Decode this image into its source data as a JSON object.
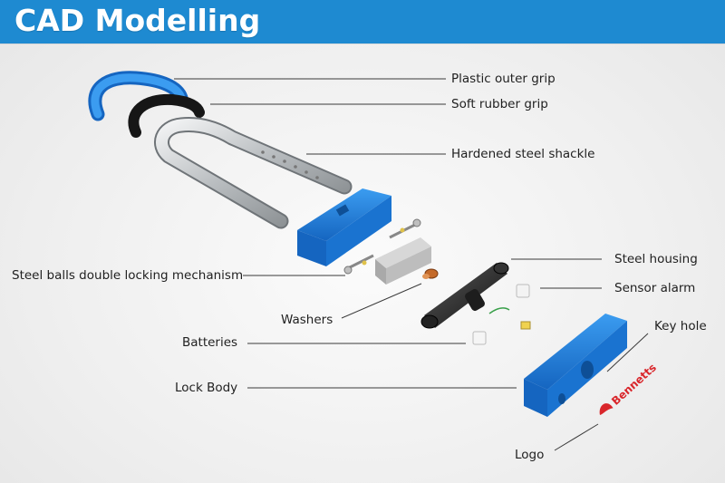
{
  "header": {
    "title": "CAD Modelling"
  },
  "labels": {
    "plastic_outer_grip": "Plastic outer grip",
    "soft_rubber_grip": "Soft rubber grip",
    "hardened_steel_shackle": "Hardened steel shackle",
    "steel_housing": "Steel housing",
    "sensor_alarm": "Sensor alarm",
    "key_hole": "Key hole",
    "steel_balls": "Steel balls double locking mechanism",
    "washers": "Washers",
    "batteries": "Batteries",
    "lock_body": "Lock Body",
    "logo": "Logo"
  },
  "brand": {
    "logo_text": "Bennetts"
  },
  "colors": {
    "banner": "#1e8ad1",
    "plastic_blue": "#1f7fd8",
    "steel": "#c9ccce",
    "logo_red": "#d9262b"
  }
}
